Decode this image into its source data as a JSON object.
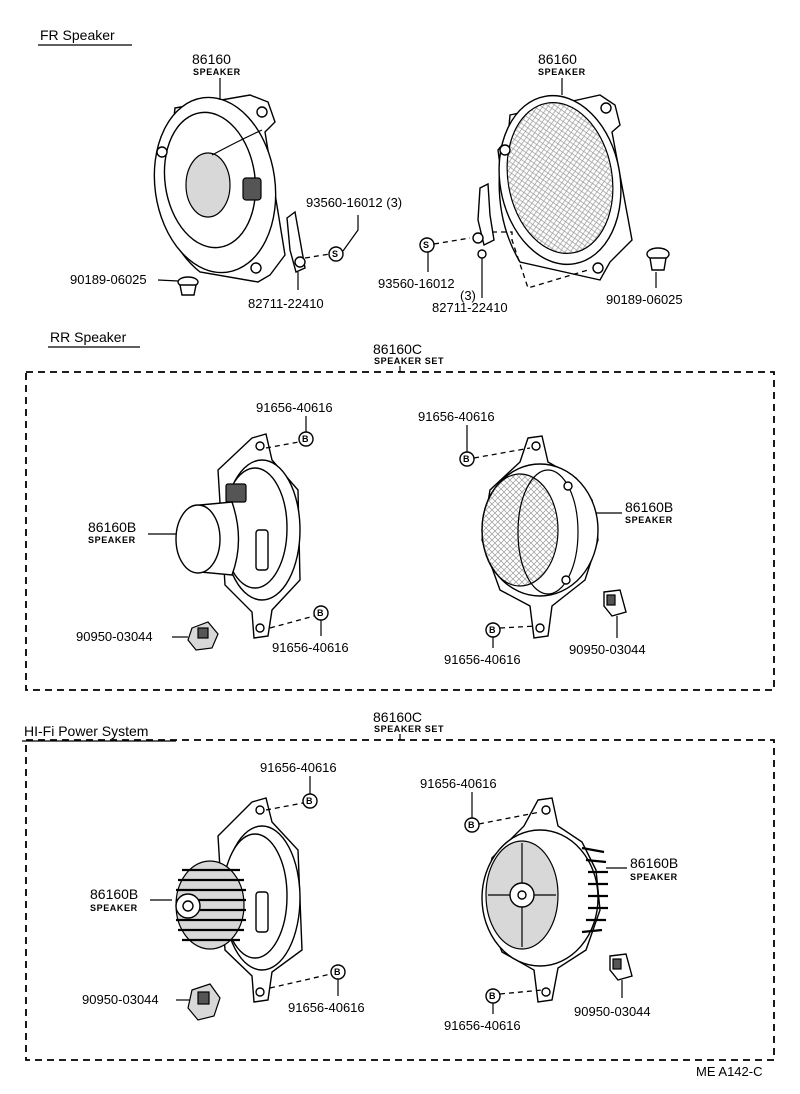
{
  "sections": {
    "fr": {
      "title": "FR Speaker"
    },
    "rr": {
      "title": "RR Speaker"
    },
    "hifi": {
      "title": "HI-Fi Power System"
    }
  },
  "fr": {
    "left": {
      "speaker_pn": "86160",
      "speaker_sub": "SPEAKER",
      "screw_pn": "93560-16012 (3)",
      "screw_symbol": "S",
      "bracket_pn": "82711-22410",
      "clip_pn": "90189-06025"
    },
    "right": {
      "speaker_pn": "86160",
      "speaker_sub": "SPEAKER",
      "screw_pn": "93560-16012",
      "screw_qty": "(3)",
      "screw_symbol": "S",
      "bracket_pn": "82711-22410",
      "clip_pn": "90189-06025"
    }
  },
  "rr": {
    "set_pn": "86160C",
    "set_sub": "SPEAKER SET",
    "left": {
      "bolt_top_pn": "91656-40616",
      "bolt_symbol": "B",
      "speaker_pn": "86160B",
      "speaker_sub": "SPEAKER",
      "nut_pn": "90950-03044",
      "bolt_bottom_pn": "91656-40616"
    },
    "right": {
      "bolt_top_pn": "91656-40616",
      "bolt_symbol": "B",
      "speaker_pn": "86160B",
      "speaker_sub": "SPEAKER",
      "bolt_bottom_pn": "91656-40616",
      "nut_pn": "90950-03044"
    }
  },
  "hifi": {
    "set_pn": "86160C",
    "set_sub": "SPEAKER SET",
    "left": {
      "bolt_top_pn": "91656-40616",
      "bolt_symbol": "B",
      "speaker_pn": "86160B",
      "speaker_sub": "SPEAKER",
      "nut_pn": "90950-03044",
      "bolt_bottom_pn": "91656-40616"
    },
    "right": {
      "bolt_top_pn": "91656-40616",
      "bolt_symbol": "B",
      "speaker_pn": "86160B",
      "speaker_sub": "SPEAKER",
      "bolt_bottom_pn": "91656-40616",
      "nut_pn": "90950-03044"
    }
  },
  "footer": {
    "code": "ME A142-C"
  }
}
